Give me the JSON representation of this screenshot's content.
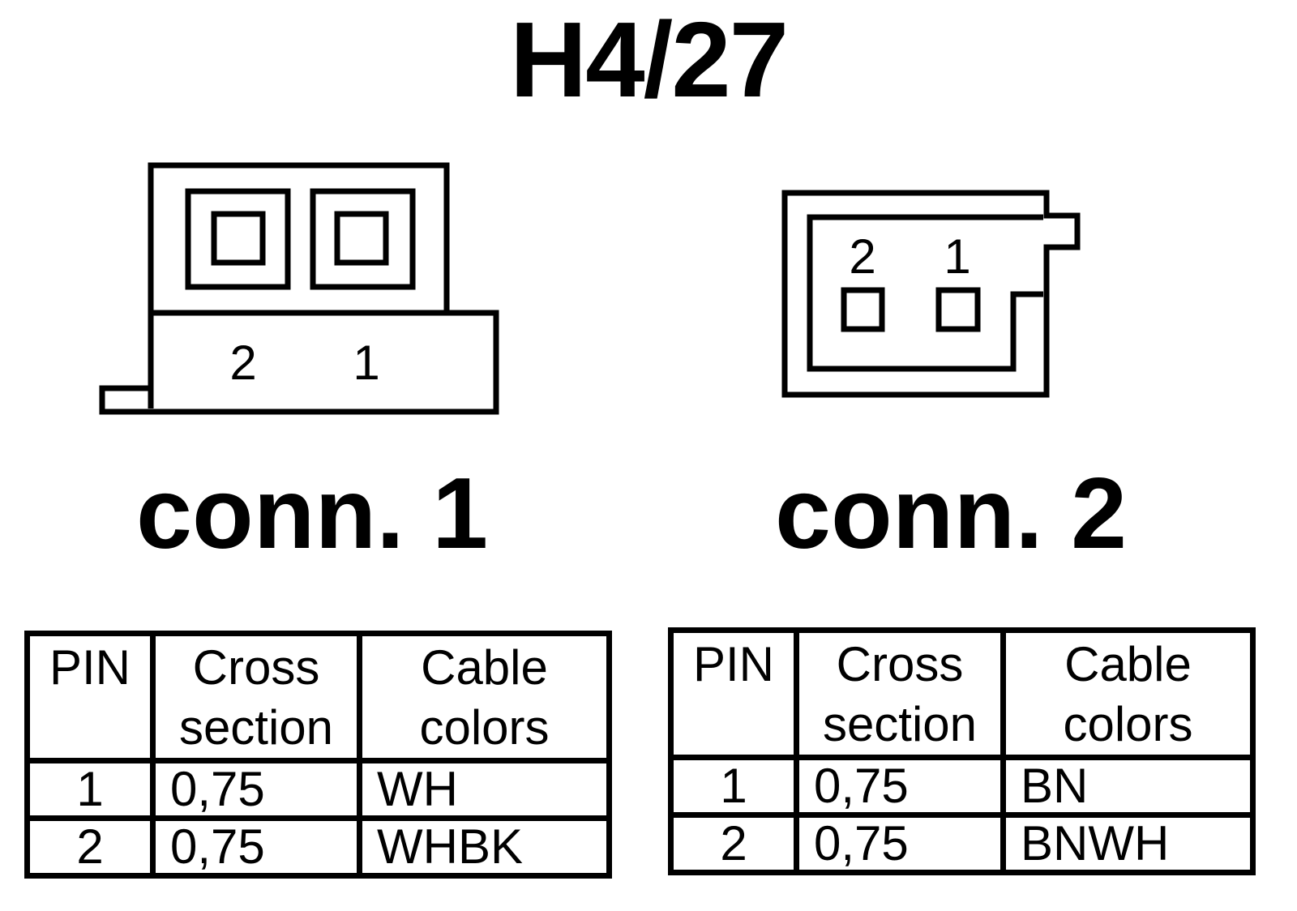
{
  "title": "H4/27",
  "connectors": [
    {
      "label": "conn. 1",
      "pin_labels": [
        "2",
        "1"
      ],
      "table": {
        "headers": [
          "PIN",
          "Cross\nsection",
          "Cable\ncolors"
        ],
        "rows": [
          {
            "pin": "1",
            "cross_section": "0,75",
            "color": "WH"
          },
          {
            "pin": "2",
            "cross_section": "0,75",
            "color": "WHBK"
          }
        ]
      }
    },
    {
      "label": "conn. 2",
      "pin_labels": [
        "2",
        "1"
      ],
      "table": {
        "headers": [
          "PIN",
          "Cross\nsection",
          "Cable\ncolors"
        ],
        "rows": [
          {
            "pin": "1",
            "cross_section": "0,75",
            "color": "BN"
          },
          {
            "pin": "2",
            "cross_section": "0,75",
            "color": "BNWH"
          }
        ]
      }
    }
  ]
}
